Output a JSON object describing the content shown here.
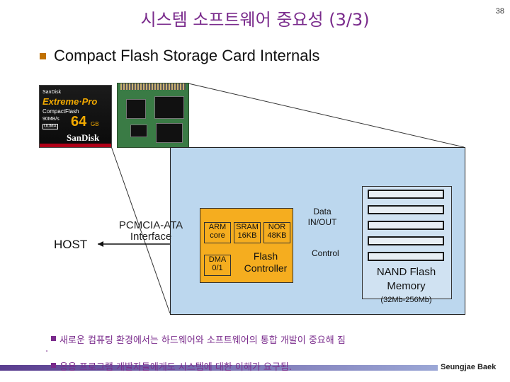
{
  "slide": {
    "title": "시스템 소프트웨어 중요성 (3/3)",
    "page_number": "38",
    "heading": "Compact Flash Storage Card Internals"
  },
  "card": {
    "brand": "SanDisk",
    "series": "Extreme·Pro",
    "type": "CompactFlash",
    "speed": "90MB/s",
    "udma": "UDMA",
    "capacity": "64",
    "unit": "GB",
    "logo": "SanDisk"
  },
  "diagram": {
    "host": "HOST",
    "interface_line1": "PCMCIA-ATA",
    "interface_line2": "Interface",
    "arm": [
      "ARM",
      "core"
    ],
    "sram": [
      "SRAM",
      "16KB"
    ],
    "nor": [
      "NOR",
      "48KB"
    ],
    "dma": [
      "DMA",
      "0/1"
    ],
    "controller_line1": "Flash",
    "controller_line2": "Controller",
    "data_line1": "Data",
    "data_line2": "IN/OUT",
    "control": "Control",
    "nand_line1": "NAND Flash",
    "nand_line2": "Memory",
    "nand_size": "(32Mb-256Mb)"
  },
  "bullets": [
    "새로운 컴퓨팅 환경에서는 하드웨어와 소프트웨어의 통합 개발이 중요해 짐",
    ".",
    "응용 프로그램 개발자들에게도 시스템에 대한 이해가 요구됨."
  ],
  "footer": {
    "author": "Seungjae Baek"
  },
  "colors": {
    "title": "#7a2b8c",
    "blue_box": "#bcd7ee",
    "controller": "#f5ad1f"
  }
}
